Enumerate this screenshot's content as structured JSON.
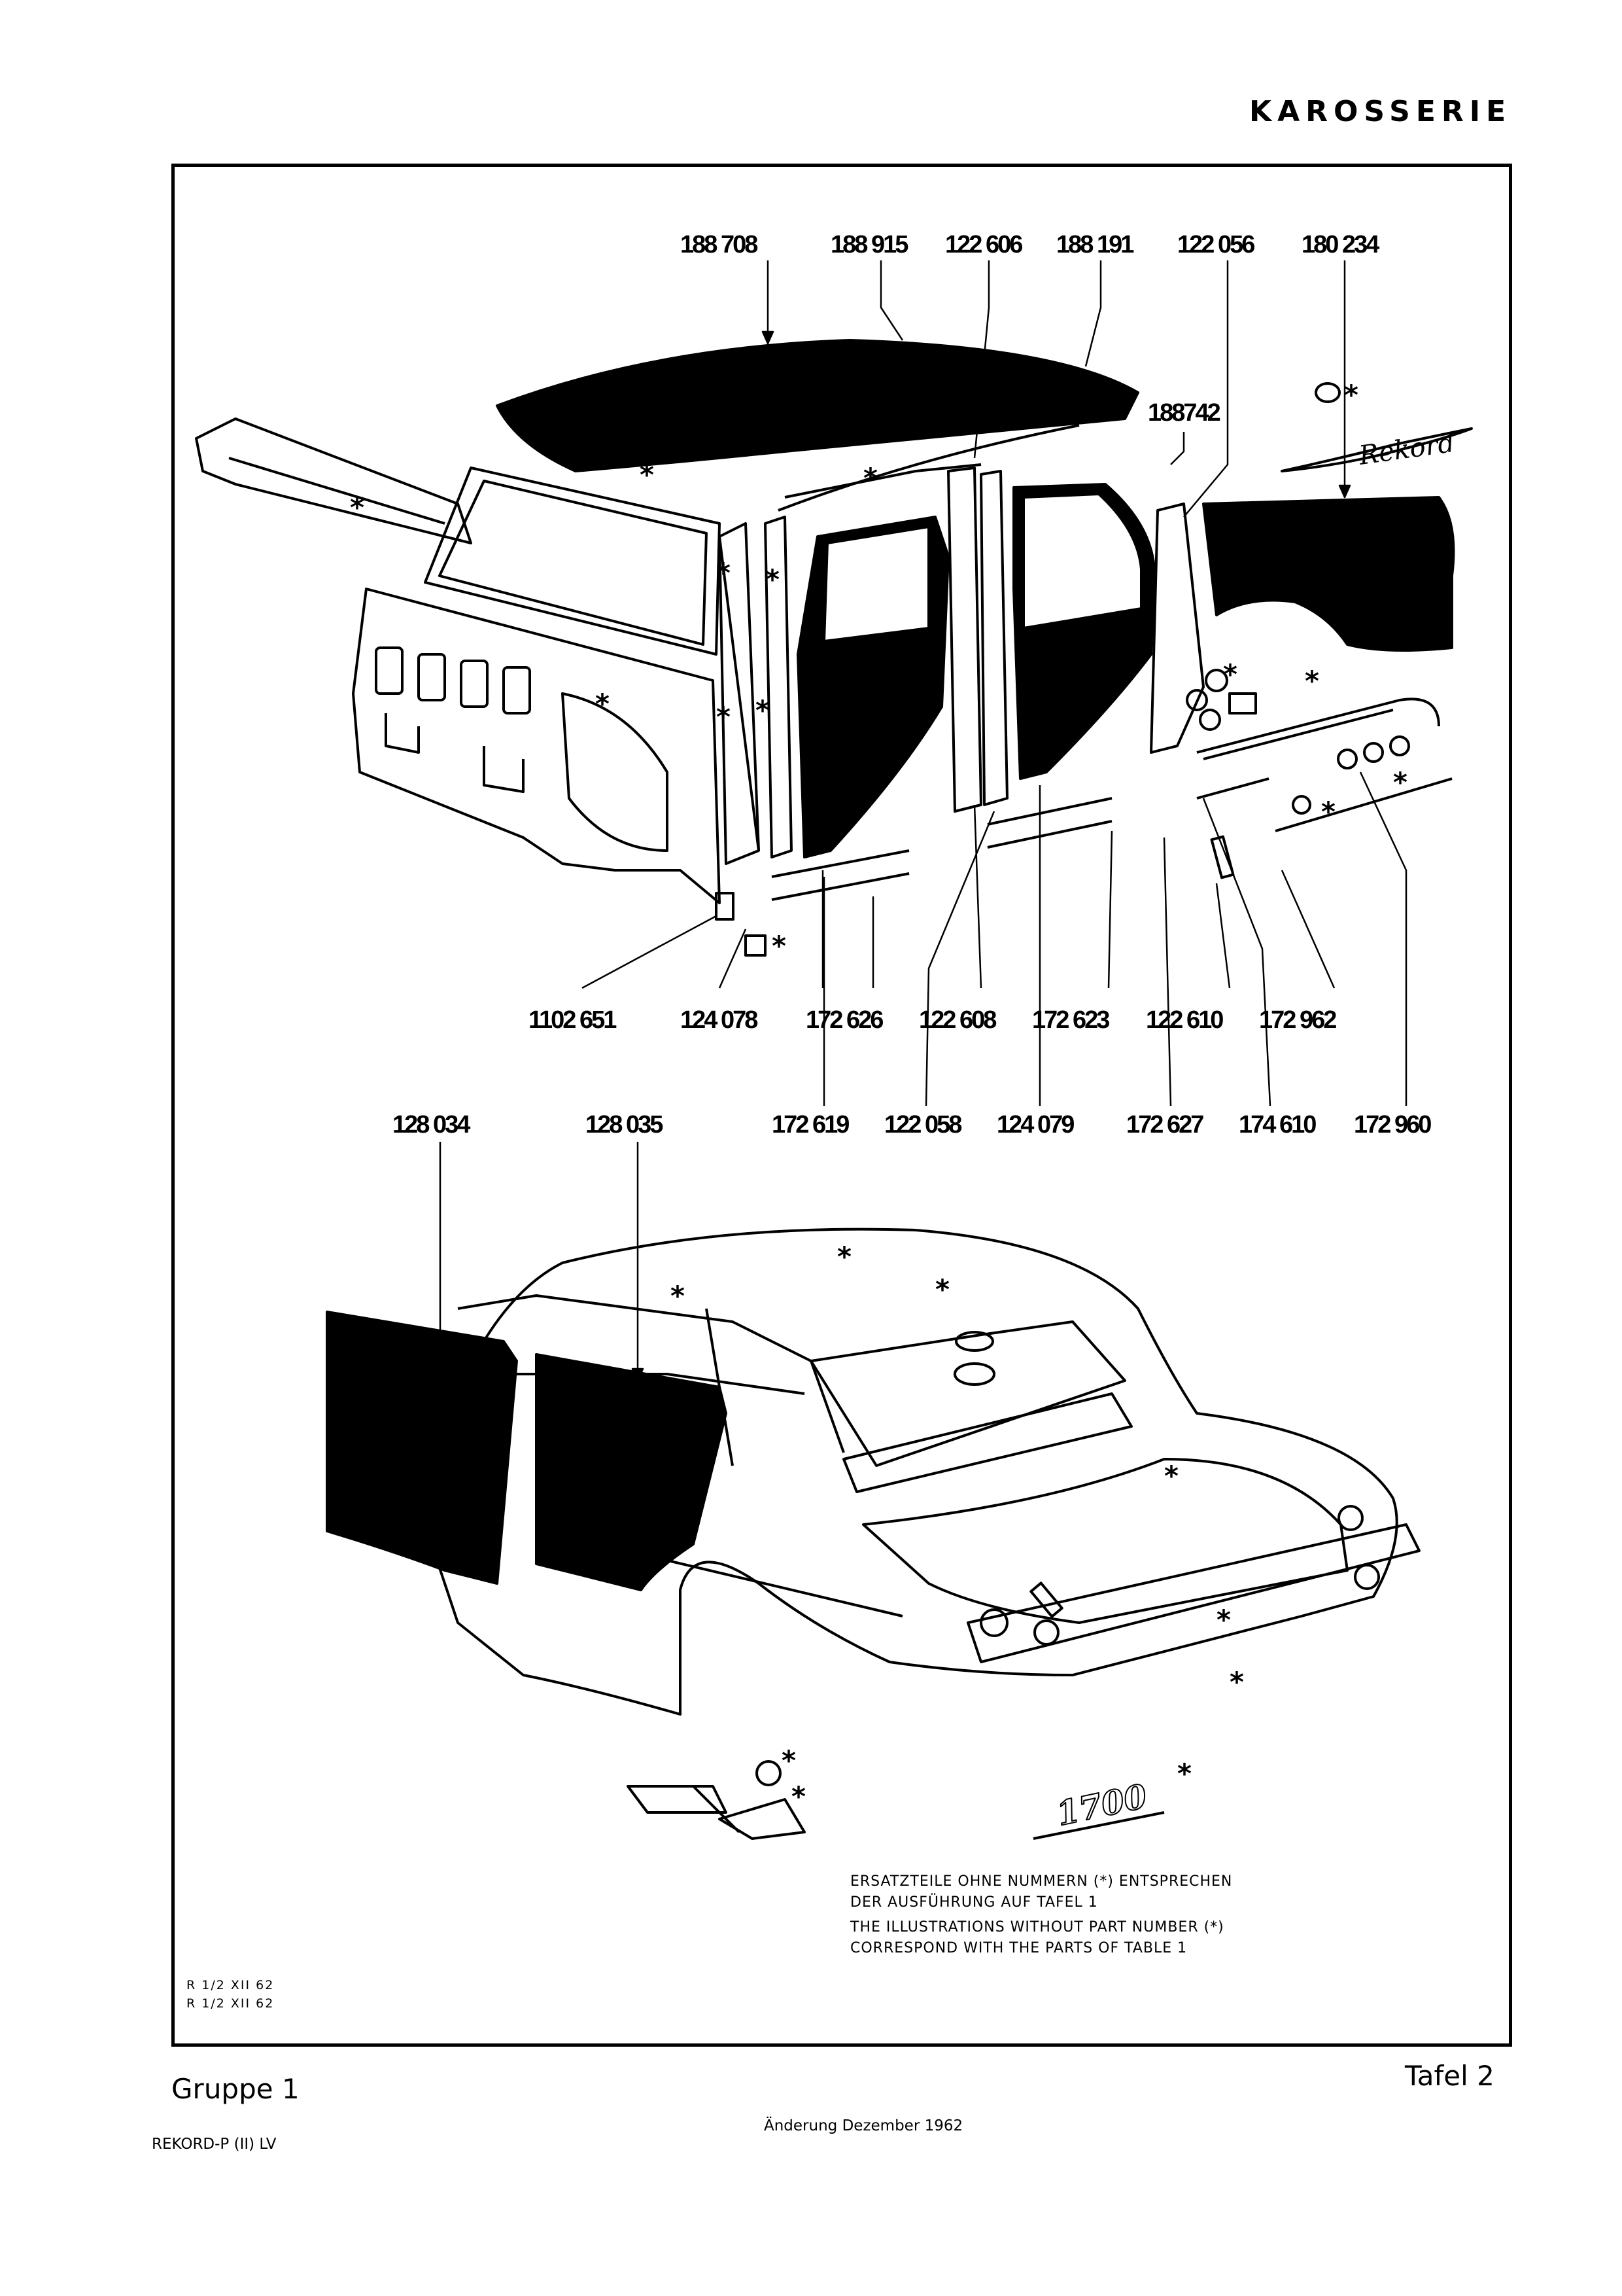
{
  "header": {
    "section_title": "KAROSSERIE"
  },
  "top_diagram": {
    "callouts_top": [
      "188 708",
      "188 915",
      "122 606",
      "188 191",
      "122 056",
      "180 234"
    ],
    "callout_side": "188742",
    "callouts_row1": [
      "1102 651",
      "124 078",
      "172 626",
      "122 608",
      "172 623",
      "122 610",
      "172 962"
    ],
    "callouts_row2": [
      "172 619",
      "122 058",
      "124 079",
      "172 627",
      "174 610",
      "172 960"
    ],
    "emblem_script": "Rekord"
  },
  "bottom_diagram": {
    "callouts": [
      "128 034",
      "128 035"
    ],
    "badge_script": "1700"
  },
  "notes": {
    "de_line1": "ERSATZTEILE OHNE NUMMERN (*) ENTSPRECHEN",
    "de_line2": "DER AUSFÜHRUNG AUF TAFEL 1",
    "en_line1": "THE ILLUSTRATIONS WITHOUT PART NUMBER (*)",
    "en_line2": "CORRESPOND WITH THE PARTS OF TABLE 1"
  },
  "revision_codes": [
    "R 1/2 XII 62",
    "R 1/2 XII 62"
  ],
  "footer": {
    "group": "Gruppe 1",
    "plate": "Tafel 2",
    "change_note": "Änderung Dezember 1962",
    "model": "REKORD-P (II) LV"
  },
  "marker_symbol": "*"
}
